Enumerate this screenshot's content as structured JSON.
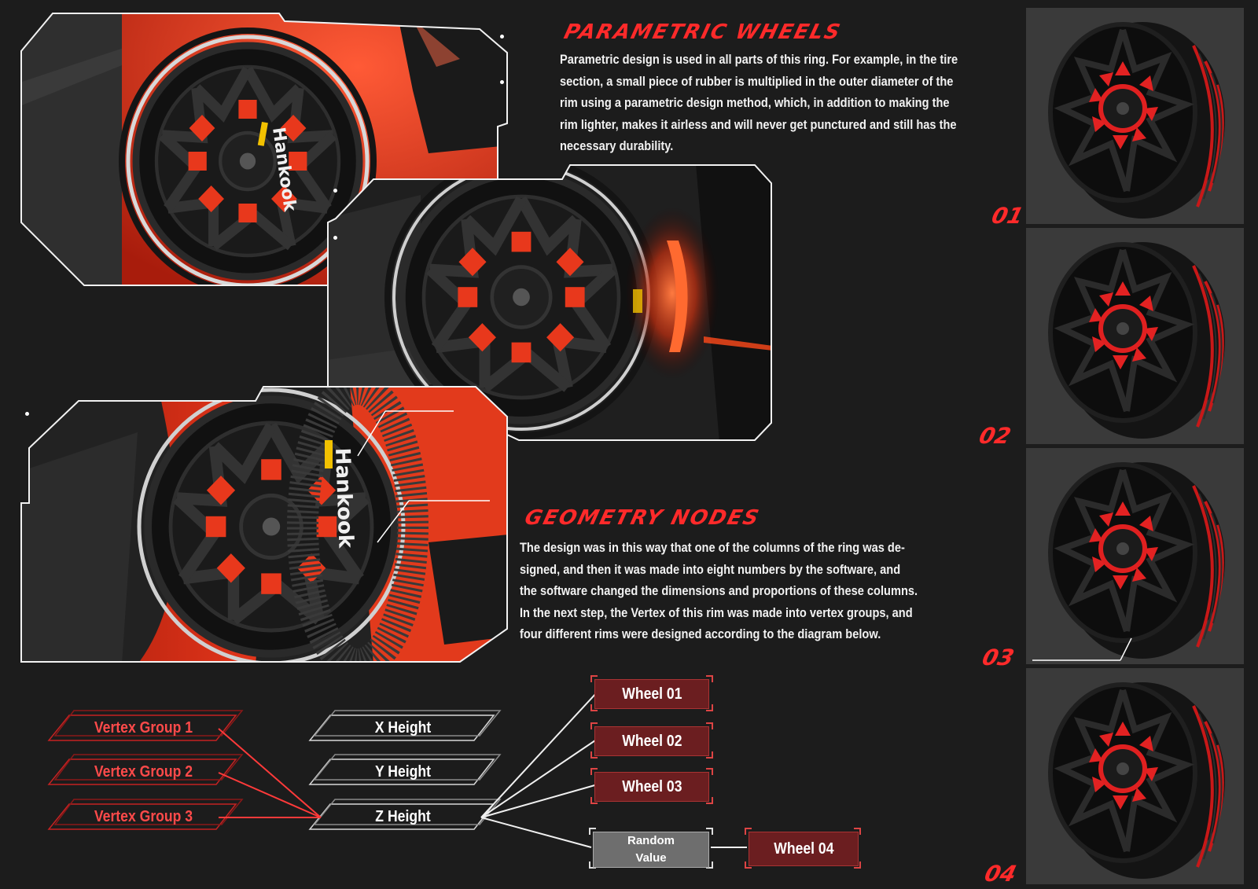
{
  "sections": {
    "parametric": {
      "title": "PARAMETRIC WHEELS",
      "lines": [
        "Parametric design is used in all parts of this ring. For example, in the tire",
        "section, a small piece of rubber is multiplied in the outer diameter of the",
        "rim using a parametric design method, which, in addition to making the",
        "rim lighter, makes it airless and will never get punctured and still has the",
        "necessary durability."
      ]
    },
    "geometry": {
      "title": "GEOMETRY NODES",
      "lines": [
        "The design was in this way that one of the columns of the ring was de-",
        "signed, and then it was made into eight numbers by the software, and",
        "the software changed the dimensions and proportions of these columns.",
        "In the next step, the Vertex of this rim was made into vertex groups, and",
        "four different rims were designed according to the diagram below."
      ]
    }
  },
  "photos": {
    "tire_brand": "Hankook"
  },
  "wheels": {
    "labels": [
      "01",
      "02",
      "03",
      "04"
    ]
  },
  "diagram": {
    "vertex_groups": [
      "Vertex Group 1",
      "Vertex Group 2",
      "Vertex Group 3"
    ],
    "heights": [
      "X Height",
      "Y Height",
      "Z Height"
    ],
    "outputs": [
      "Wheel 01",
      "Wheel 02",
      "Wheel 03"
    ],
    "random": [
      "Random",
      "Value"
    ],
    "wheel4": "Wheel 04"
  },
  "colors": {
    "background": "#1c1c1c",
    "accent_red": "#ff2a2a",
    "body_orange": "#e8381c",
    "node_box": "#6b1e20"
  }
}
